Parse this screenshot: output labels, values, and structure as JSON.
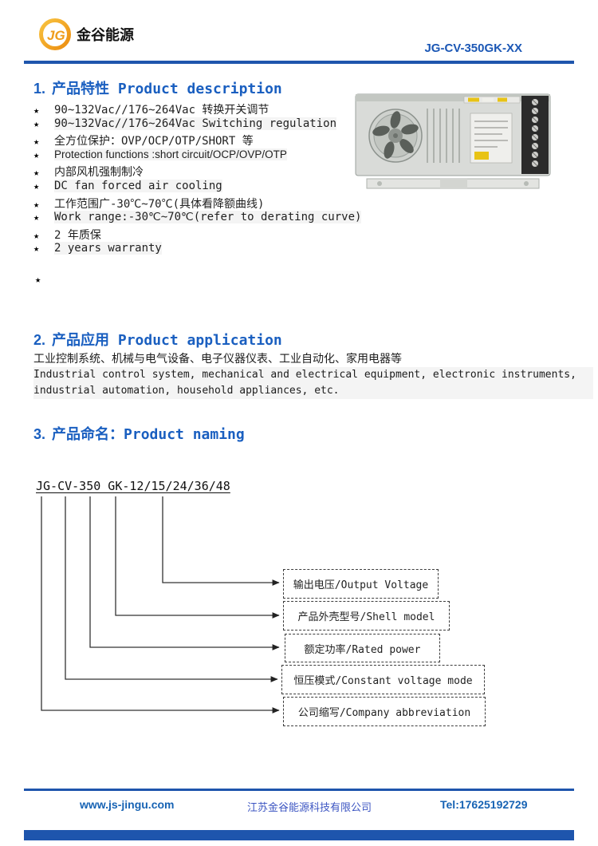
{
  "header": {
    "brand_name": "金谷能源",
    "logo_monogram": "JG",
    "model_code": "JG-CV-350GK-XX"
  },
  "section1": {
    "number": "1.",
    "title": "产品特性 Product description",
    "bullet_icon": "★",
    "bullets": [
      "90~132Vac//176~264Vac 转换开关调节",
      "90~132Vac//176~264Vac Switching regulation",
      "全方位保护：OVP/OCP/OTP/SHORT 等",
      "Protection functions :short circuit/OCP/OVP/OTP",
      "内部风机强制制冷",
      "DC fan forced air cooling",
      "工作范围广-30℃~70℃(具体看降额曲线)",
      "Work range:-30℃~70℃(refer to derating curve)",
      "2 年质保",
      "2 years warranty"
    ],
    "trailing_star": "★"
  },
  "section2": {
    "number": "2.",
    "title": "产品应用 Product application",
    "text_cn": "工业控制系统、机械与电气设备、电子仪器仪表、工业自动化、家用电器等",
    "text_en": "Industrial control system, mechanical and electrical equipment, electronic instruments, industrial automation, household appliances, etc."
  },
  "section3": {
    "number": "3.",
    "title": "产品命名：Product naming",
    "model_code": "JG-CV-350 GK-12/15/24/36/48",
    "boxes": [
      {
        "label": "输出电压/Output Voltage"
      },
      {
        "label": "产品外壳型号/Shell model"
      },
      {
        "label": "额定功率/Rated power"
      },
      {
        "label": "恒压模式/Constant voltage mode"
      },
      {
        "label": "公司缩写/Company abbreviation"
      }
    ]
  },
  "footer": {
    "website": "www.js-jingu.com",
    "company": "江苏金谷能源科技有限公司",
    "tel": "Tel:17625192729"
  },
  "colors": {
    "accent_blue": "#1a5fc0",
    "rule_blue": "#1e55ad",
    "company_blue": "#3c55c2",
    "logo_orange": "#f2a118"
  }
}
